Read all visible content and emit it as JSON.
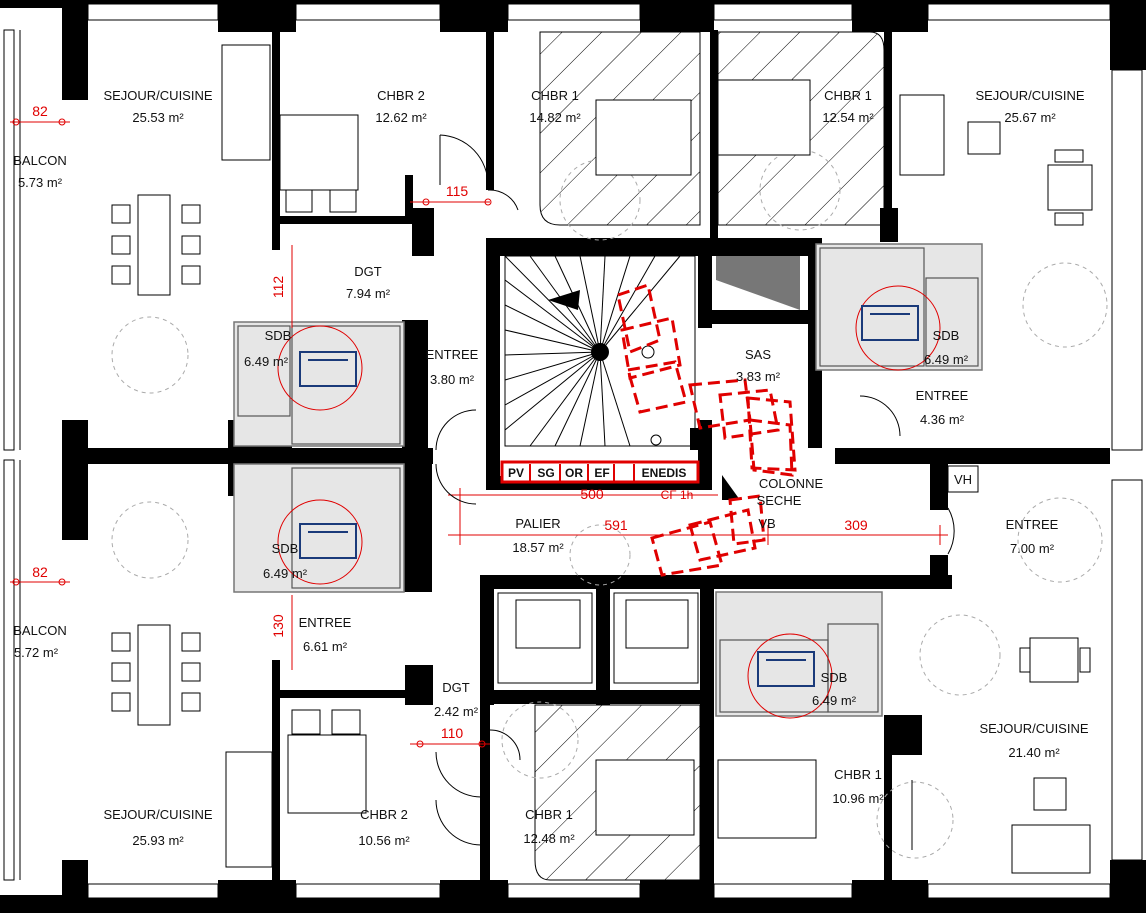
{
  "rooms": [
    {
      "id": "sejour-nw",
      "name": "SEJOUR/CUISINE",
      "area": "25.53 m²"
    },
    {
      "id": "balcon-w1",
      "name": "BALCON",
      "area": "5.73 m²"
    },
    {
      "id": "chbr2-n",
      "name": "CHBR 2",
      "area": "12.62 m²"
    },
    {
      "id": "chbr1-n",
      "name": "CHBR 1",
      "area": "14.82 m²"
    },
    {
      "id": "chbr1-ne",
      "name": "CHBR 1",
      "area": "12.54 m²"
    },
    {
      "id": "sejour-ne",
      "name": "SEJOUR/CUISINE",
      "area": "25.67 m²"
    },
    {
      "id": "dgt-n",
      "name": "DGT",
      "area": "7.94 m²"
    },
    {
      "id": "sdb-nw",
      "name": "SDB",
      "area": "6.49 m²"
    },
    {
      "id": "entree-nw",
      "name": "ENTREE",
      "area": "3.80 m²"
    },
    {
      "id": "sas",
      "name": "SAS",
      "area": "3.83 m²"
    },
    {
      "id": "sdb-ne",
      "name": "SDB",
      "area": "6.49 m²"
    },
    {
      "id": "entree-ne",
      "name": "ENTREE",
      "area": "4.36 m²"
    },
    {
      "id": "sdb-sw",
      "name": "SDB",
      "area": "6.49 m²"
    },
    {
      "id": "palier",
      "name": "PALIER",
      "area": "18.57 m²"
    },
    {
      "id": "entree-e",
      "name": "ENTREE",
      "area": "7.00 m²"
    },
    {
      "id": "balcon-w2",
      "name": "BALCON",
      "area": "5.72 m²"
    },
    {
      "id": "entree-sw",
      "name": "ENTREE",
      "area": "6.61 m²"
    },
    {
      "id": "dgt-s",
      "name": "DGT",
      "area": "2.42 m²"
    },
    {
      "id": "sdb-se",
      "name": "SDB",
      "area": "6.49 m²"
    },
    {
      "id": "sejour-se",
      "name": "SEJOUR/CUISINE",
      "area": "21.40 m²"
    },
    {
      "id": "sejour-sw",
      "name": "SEJOUR/CUISINE",
      "area": "25.93 m²"
    },
    {
      "id": "chbr2-s",
      "name": "CHBR 2",
      "area": "10.56 m²"
    },
    {
      "id": "chbr1-s",
      "name": "CHBR 1",
      "area": "12.48 m²"
    },
    {
      "id": "chbr1-se",
      "name": "CHBR 1",
      "area": "10.96 m²"
    }
  ],
  "dimensions": {
    "balcony_top": "82",
    "balcony_bottom": "82",
    "door_north": "115",
    "door_south": "110",
    "corridor_north": "112",
    "corridor_south": "130",
    "palier_top": "500",
    "palier_left": "591",
    "palier_right": "309"
  },
  "shaft_labels": [
    "PV",
    "SG",
    "OR",
    "EF",
    "",
    "ENEDIS"
  ],
  "tags": {
    "fire_rating": "CF 1h"
  },
  "technical": {
    "colonne": "COLONNE",
    "seche": "SECHE",
    "vb": "VB",
    "vh": "VH"
  },
  "colors": {
    "wall": "#000000",
    "dimension": "#e00000",
    "wheelchair": "#1a3a7a",
    "wet_room": "#e6e6e6"
  }
}
